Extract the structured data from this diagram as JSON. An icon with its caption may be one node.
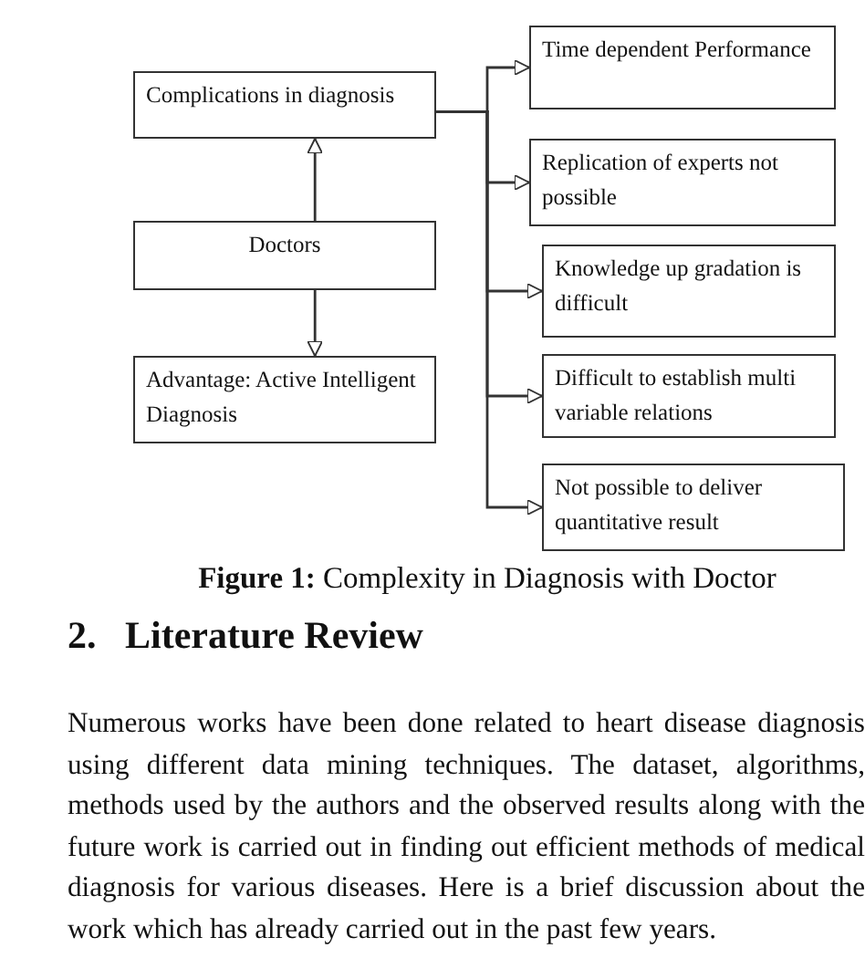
{
  "diagram": {
    "caption": "**Figure 1:** Complexity in Diagnosis with Doctor",
    "nodes": [
      {
        "text": [
          "Complications in diagnosis"
        ]
      },
      {
        "text": [
          "Doctors"
        ]
      },
      {
        "text": [
          "Advantage: Active Intelligent Diagnosis"
        ]
      },
      {
        "text": [
          "Time dependent Performance"
        ]
      },
      {
        "text": [
          "Replication of experts not possible"
        ]
      },
      {
        "text": [
          "Knowledge up gradation is difficult"
        ]
      },
      {
        "text": [
          "Difficult to establish multi variable relations"
        ]
      },
      {
        "text": [
          "Not possible to deliver quantitative result"
        ]
      }
    ],
    "edges": [
      {
        "from": 1,
        "to": 0,
        "arrow": "to"
      },
      {
        "from": 1,
        "to": 2,
        "arrow": "to"
      },
      {
        "from": 0,
        "to": 3,
        "arrow": "to"
      },
      {
        "from": 0,
        "to": 4,
        "arrow": "to"
      },
      {
        "from": 0,
        "to": 5,
        "arrow": "to"
      },
      {
        "from": 0,
        "to": 6,
        "arrow": "to"
      },
      {
        "from": 0,
        "to": 7,
        "arrow": "to"
      }
    ],
    "labels": [
      "2.   Literature Review",
      "Numerous works have been done related to heart disease diagnosis using different data mining techniques. The dataset, algorithms, methods used by the authors and the observed results along with the future work is carried out in finding out efficient methods of medical diagnosis for various diseases. Here is a brief discussion about the work which has already carried out in the past few years."
    ]
  }
}
